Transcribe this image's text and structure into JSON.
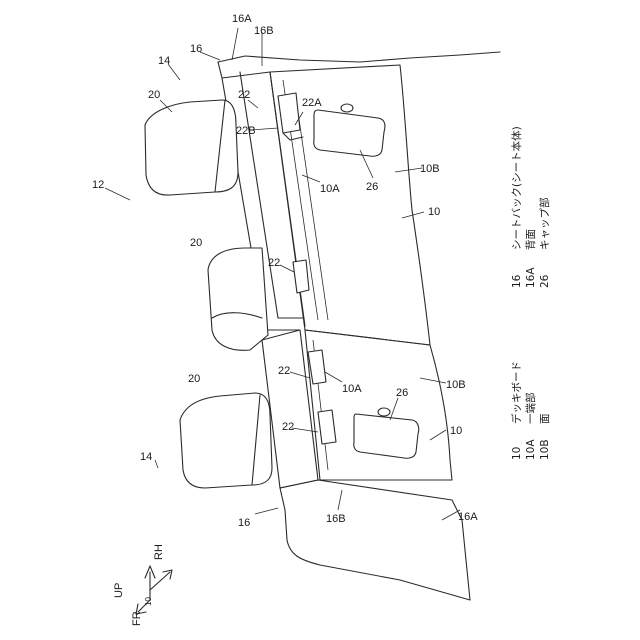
{
  "labels": {
    "l12": "12",
    "l14a": "14",
    "l14b": "14",
    "l16a": "16",
    "l16b": "16",
    "l16A_top": "16A",
    "l16B_top": "16B",
    "l16A_bot": "16A",
    "l16B_bot": "16B",
    "l20a": "20",
    "l20b": "20",
    "l20c": "20",
    "l22a": "22",
    "l22b": "22",
    "l22c": "22",
    "l22d": "22",
    "l22A": "22A",
    "l22B": "22B",
    "l10A_a": "10A",
    "l10A_b": "10A",
    "l10B_a": "10B",
    "l10B_b": "10B",
    "l10_a": "10",
    "l10_b": "10",
    "l26a": "26",
    "l26b": "26",
    "dir_up": "UP",
    "dir_rh": "RH",
    "dir_fr": "FR",
    "dir_10": "10"
  },
  "legend": [
    {
      "num": "16",
      "text": "シートバック(シート本体)"
    },
    {
      "num": "16A",
      "text": "背面"
    },
    {
      "num": "26",
      "text": "キャップ部"
    },
    {
      "num": "10",
      "text": "デッキボード"
    },
    {
      "num": "10A",
      "text": "一端部"
    },
    {
      "num": "10B",
      "text": "面"
    }
  ]
}
